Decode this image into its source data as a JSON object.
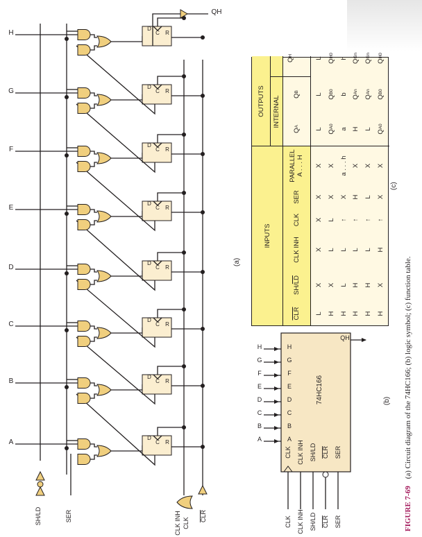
{
  "caption": {
    "figure_label": "FIGURE 7-69",
    "text": "(a) Circuit diagram of the 74HC166; (b) logic symbol; (c) function table."
  },
  "colors": {
    "gate_fill": "#f0cf7e",
    "ff_fill": "#fbeed0",
    "table_header": "#fbf18f",
    "table_body": "#fff9e3",
    "figure_label": "#a3195b",
    "wire": "#231f20"
  },
  "circuit": {
    "label": "(a)",
    "parallel_inputs": [
      "A",
      "B",
      "C",
      "D",
      "E",
      "F",
      "G",
      "H"
    ],
    "control_inputs": {
      "shld": "SH/LD",
      "ser": "SER",
      "clk_inh": "CLK INH",
      "clk": "CLK",
      "clr": "CLR"
    },
    "flipflop_pins": [
      "D",
      "C",
      "R"
    ],
    "output": "QH"
  },
  "logic_symbol": {
    "label": "(b)",
    "chip": "74HC166",
    "data_pins": [
      "A",
      "B",
      "C",
      "D",
      "E",
      "F",
      "G",
      "H"
    ],
    "control_pins": [
      "CLK",
      "CLK INH",
      "SH/LD",
      "CLR",
      "SER"
    ],
    "output_pin": "QH"
  },
  "function_table": {
    "label": "(c)",
    "group_headers": {
      "inputs": "INPUTS",
      "outputs": "OUTPUTS",
      "internal": "INTERNAL"
    },
    "columns": [
      "CLR",
      "SH/LD",
      "CLK INH",
      "CLK",
      "SER",
      "PARALLEL A . . . H",
      "QA",
      "QB",
      "QH"
    ],
    "rows": [
      [
        "L",
        "X",
        "X",
        "X",
        "X",
        "X",
        "L",
        "L",
        "L"
      ],
      [
        "H",
        "X",
        "L",
        "L",
        "X",
        "X",
        "QA0",
        "QB0",
        "QH0"
      ],
      [
        "H",
        "L",
        "L",
        "↑",
        "X",
        "a . . . h",
        "a",
        "b",
        "h"
      ],
      [
        "H",
        "H",
        "L",
        "↑",
        "H",
        "X",
        "H",
        "QAn",
        "QGn"
      ],
      [
        "H",
        "H",
        "L",
        "↑",
        "L",
        "X",
        "L",
        "QAn",
        "QGn"
      ],
      [
        "H",
        "X",
        "H",
        "↑",
        "X",
        "X",
        "QA0",
        "QB0",
        "QH0"
      ]
    ]
  }
}
